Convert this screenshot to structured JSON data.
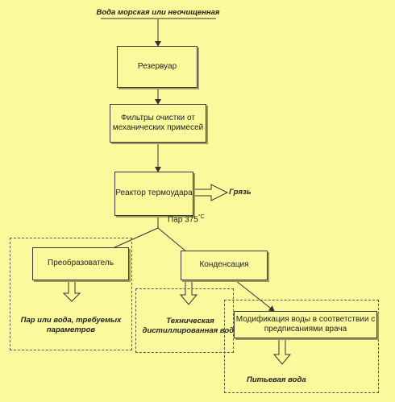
{
  "diagram": {
    "source_label": "Вода морская или неочищенная",
    "steps": {
      "reservoir": "Резервуар",
      "filters": "Фильтры очистки от механических примесей",
      "reactor": "Реактор термоудара",
      "dirt": "Грязь",
      "steam": "Пар 375",
      "steam_unit": "°С",
      "converter": "Преобразователь",
      "condensation": "Конденсация",
      "steam_or_water": "Пар или вода, требуемых параметров",
      "technical_water": "Техническая дистиллированная вода",
      "modification": "Модификация воды в соответствии с предписаниями врача",
      "drinking_water": "Питьевая вода"
    }
  }
}
